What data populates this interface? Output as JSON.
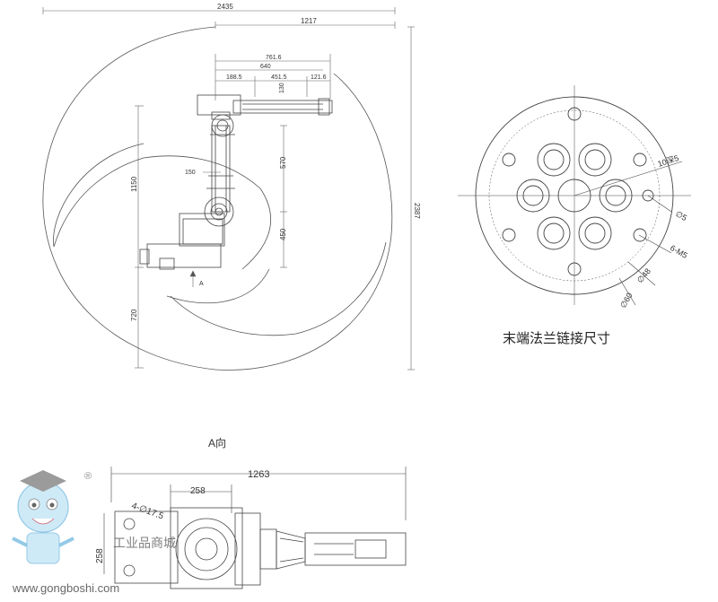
{
  "side_view": {
    "dims": {
      "total_width": "2435",
      "reach": "1217",
      "arm_761": "761.6",
      "arm_640": "640",
      "d_188": "188.5",
      "d_451": "451.5",
      "d_121": "121.6",
      "d_130": "130",
      "link_570": "570",
      "offset_150": "150",
      "height_1150": "1150",
      "base_450": "450",
      "lower_720": "720",
      "total_height": "2387"
    },
    "view_arrow": "A"
  },
  "flange": {
    "caption": "末端法兰链接尺寸",
    "labels": {
      "depth": "10深5",
      "dia5": "∅5",
      "m5": "6-M5",
      "dia48": "∅48",
      "dia60": "∅60"
    }
  },
  "top_view": {
    "title": "A向",
    "dims": {
      "length": "1263",
      "base_258": "258",
      "side_258": "258",
      "holes": "4-∅17.5"
    }
  },
  "watermark": {
    "site_name": "工业品商城",
    "url": "www.gongboshi.com",
    "registered": "®"
  }
}
